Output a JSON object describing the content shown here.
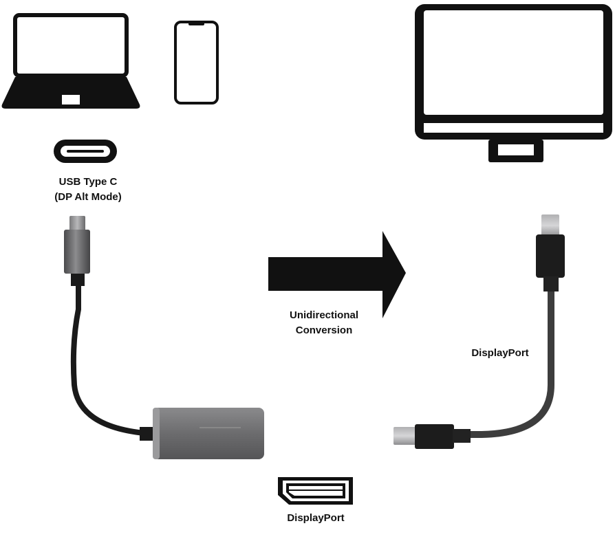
{
  "labels": {
    "usb_line1": "USB Type C",
    "usb_line2": "(DP Alt Mode)",
    "arrow_line1": "Unidirectional",
    "arrow_line2": "Conversion",
    "dp_cable": "DisplayPort",
    "dp_logo": "DisplayPort"
  },
  "icons": {
    "laptop": "laptop-icon",
    "phone": "smartphone-icon",
    "usbc": "usb-c-port-icon",
    "monitor": "monitor-icon",
    "arrow": "right-arrow-icon",
    "dp": "displayport-logo-icon"
  },
  "colors": {
    "ink": "#111111",
    "adapter_body": "#6e6e70",
    "cable": "#1a1a1a",
    "cable_grey": "#3d3d3d",
    "connector_metal": "#9a9a9a"
  }
}
